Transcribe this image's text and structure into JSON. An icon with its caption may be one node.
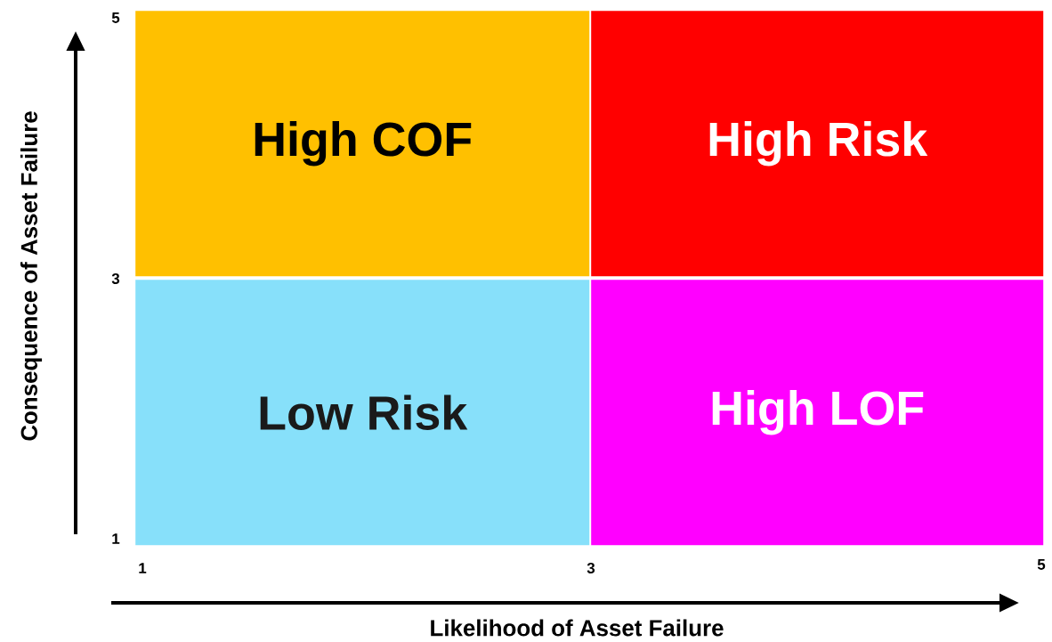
{
  "diagram": {
    "nodes": [
      {
        "text": [
          "High COF"
        ]
      },
      {
        "text": [
          "High Risk"
        ]
      },
      {
        "text": [
          "Low Risk"
        ]
      },
      {
        "text": [
          "High LOF"
        ]
      }
    ],
    "labels": [
      "Consequence of Asset Failure",
      "5",
      "3",
      "1",
      "1",
      "3",
      "5",
      "Likelihood of Asset Failure"
    ]
  }
}
